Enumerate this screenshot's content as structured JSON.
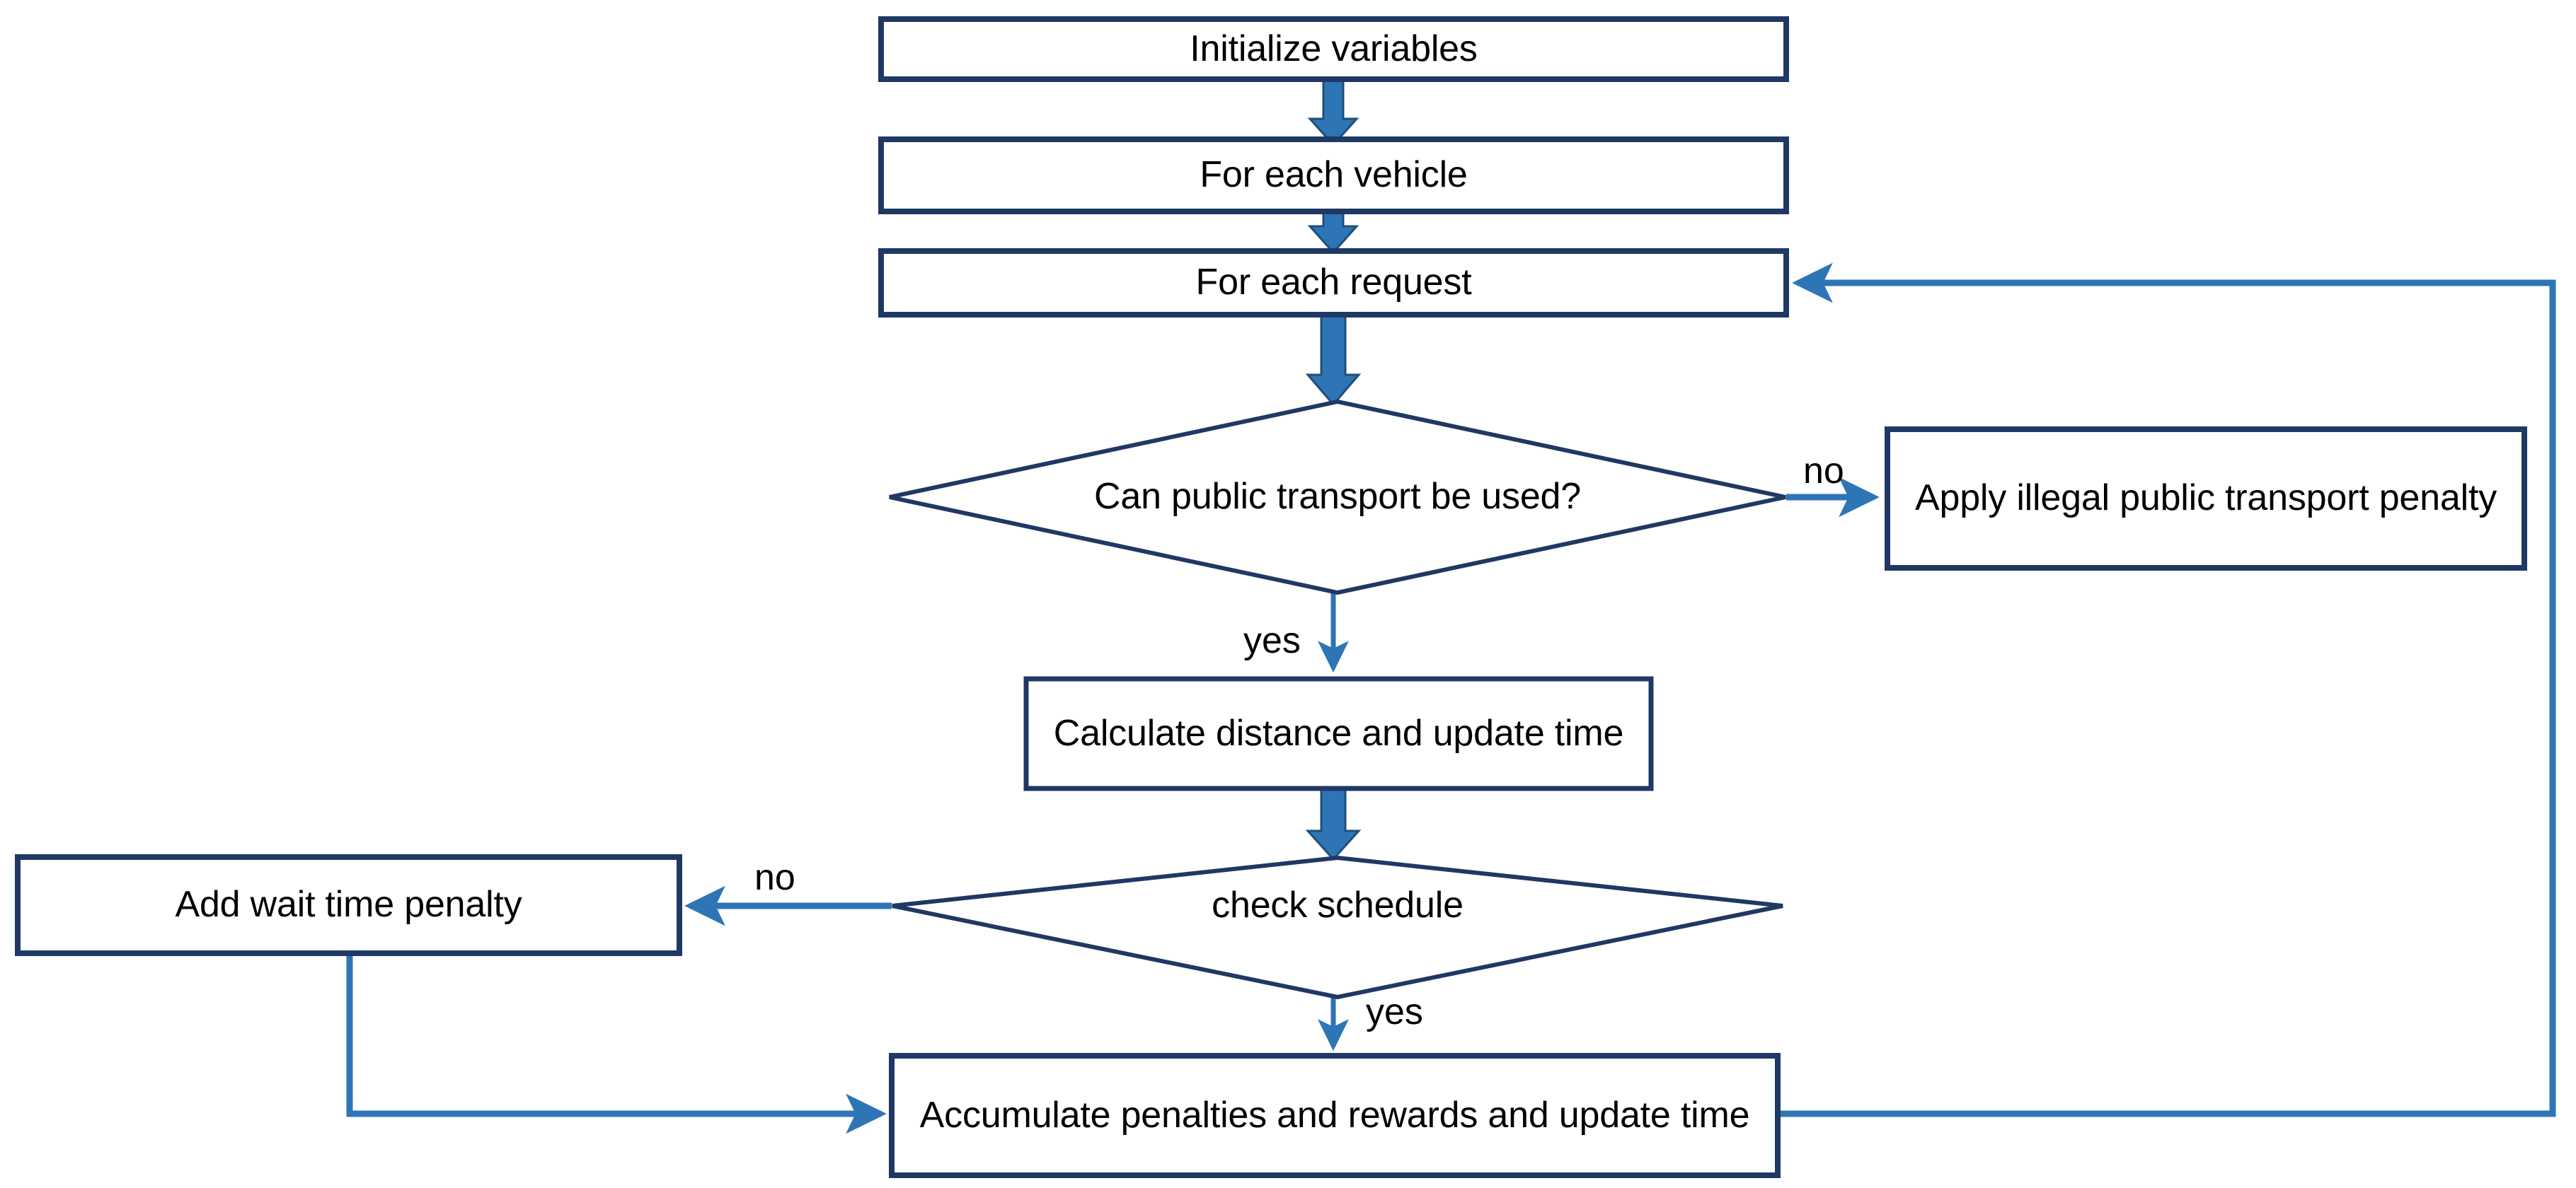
{
  "diagram": {
    "type": "flowchart",
    "title": "",
    "colors": {
      "node_border": "#1F3864",
      "node_fill": "#FFFFFF",
      "connector": "#2E75B6",
      "thick_arrow": "#2E75B6",
      "text": "#000000",
      "background": "#FFFFFF"
    },
    "nodes": [
      {
        "id": "init",
        "shape": "process",
        "label": "Initialize variables"
      },
      {
        "id": "vehicle",
        "shape": "process",
        "label": "For each vehicle"
      },
      {
        "id": "request",
        "shape": "process",
        "label": "For each request"
      },
      {
        "id": "can_pt",
        "shape": "decision",
        "label": "Can public transport be used?"
      },
      {
        "id": "illegal_pt",
        "shape": "process",
        "label": "Apply illegal public transport penalty"
      },
      {
        "id": "calc_dist",
        "shape": "process",
        "label": "Calculate distance and update time"
      },
      {
        "id": "check_sched",
        "shape": "decision",
        "label": "check schedule"
      },
      {
        "id": "wait_pen",
        "shape": "process",
        "label": "Add wait time penalty"
      },
      {
        "id": "accumulate",
        "shape": "process",
        "label": "Accumulate penalties and rewards and update time"
      }
    ],
    "edges": [
      {
        "from": "init",
        "to": "vehicle",
        "label": "",
        "style": "thick-arrow"
      },
      {
        "from": "vehicle",
        "to": "request",
        "label": "",
        "style": "thick-arrow"
      },
      {
        "from": "request",
        "to": "can_pt",
        "label": "",
        "style": "thick-arrow"
      },
      {
        "from": "can_pt",
        "to": "illegal_pt",
        "label": "no",
        "style": "thin-arrow"
      },
      {
        "from": "can_pt",
        "to": "calc_dist",
        "label": "yes",
        "style": "thin-arrow"
      },
      {
        "from": "calc_dist",
        "to": "check_sched",
        "label": "",
        "style": "thick-arrow"
      },
      {
        "from": "check_sched",
        "to": "wait_pen",
        "label": "no",
        "style": "thin-arrow"
      },
      {
        "from": "check_sched",
        "to": "accumulate",
        "label": "yes",
        "style": "thin-arrow"
      },
      {
        "from": "wait_pen",
        "to": "accumulate",
        "label": "",
        "style": "thin-arrow-elbow"
      },
      {
        "from": "accumulate",
        "to": "request",
        "label": "",
        "style": "thin-arrow-loop"
      }
    ],
    "edge_labels": {
      "can_pt_no": "no",
      "can_pt_yes": "yes",
      "check_sched_no": "no",
      "check_sched_yes": "yes"
    }
  }
}
